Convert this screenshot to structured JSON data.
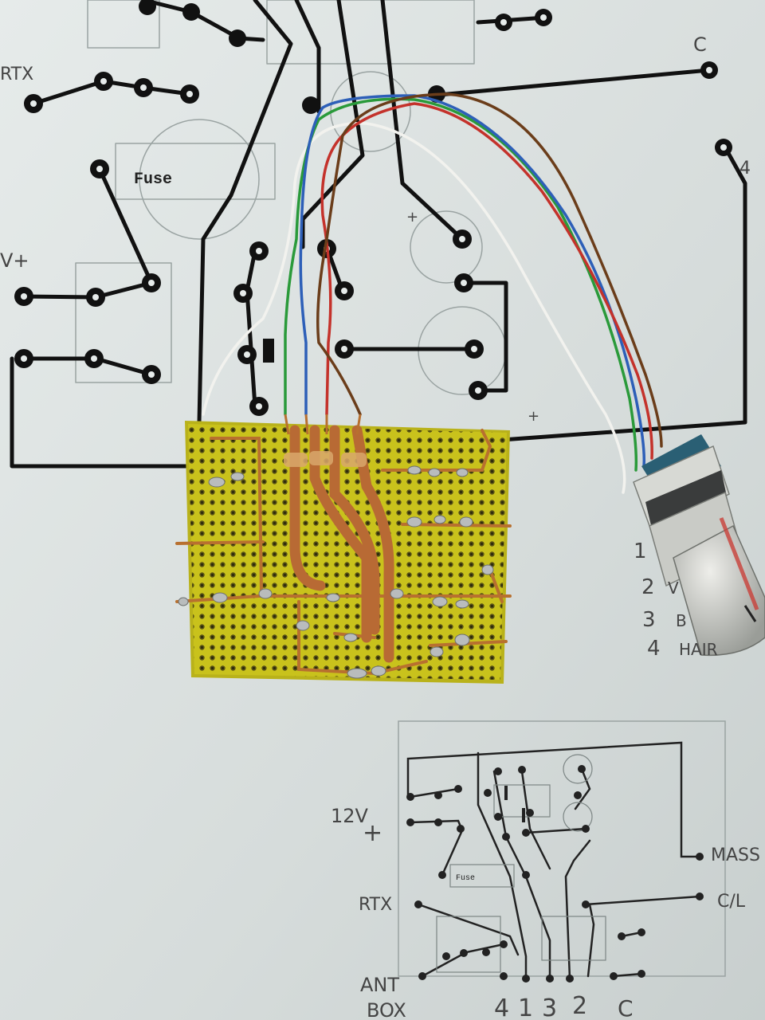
{
  "labels": {
    "fuse": "Fuse",
    "rtx_top": "RTX",
    "c_top": "C",
    "four_top": "4",
    "plus_a": "+",
    "plus_b": "+",
    "v_plus": "V+",
    "switch_positions": [
      "1",
      "2",
      "3",
      "4"
    ],
    "switch_names": [
      "V",
      "B",
      "HAIR"
    ],
    "twelve_v": "12V",
    "plus_small": "+",
    "fuse_small": "Fuse",
    "rtx_small": "RTX",
    "ant": "ANT",
    "box": "BOX",
    "bottom_numbers": [
      "4",
      "1",
      "3",
      "2"
    ],
    "c_small": "C",
    "mass": "MASS",
    "c_l": "C/L"
  },
  "colors": {
    "paper": "#dfe3e2",
    "ink": "#111111",
    "pcb": "#c8c21a",
    "wire_copper": "#b5652e",
    "wire_white": "#f4f4f0",
    "wire_green": "#2a9a3a",
    "wire_blue": "#2d5fb8",
    "wire_red": "#c4322b",
    "wire_brown": "#6b3d1a"
  }
}
